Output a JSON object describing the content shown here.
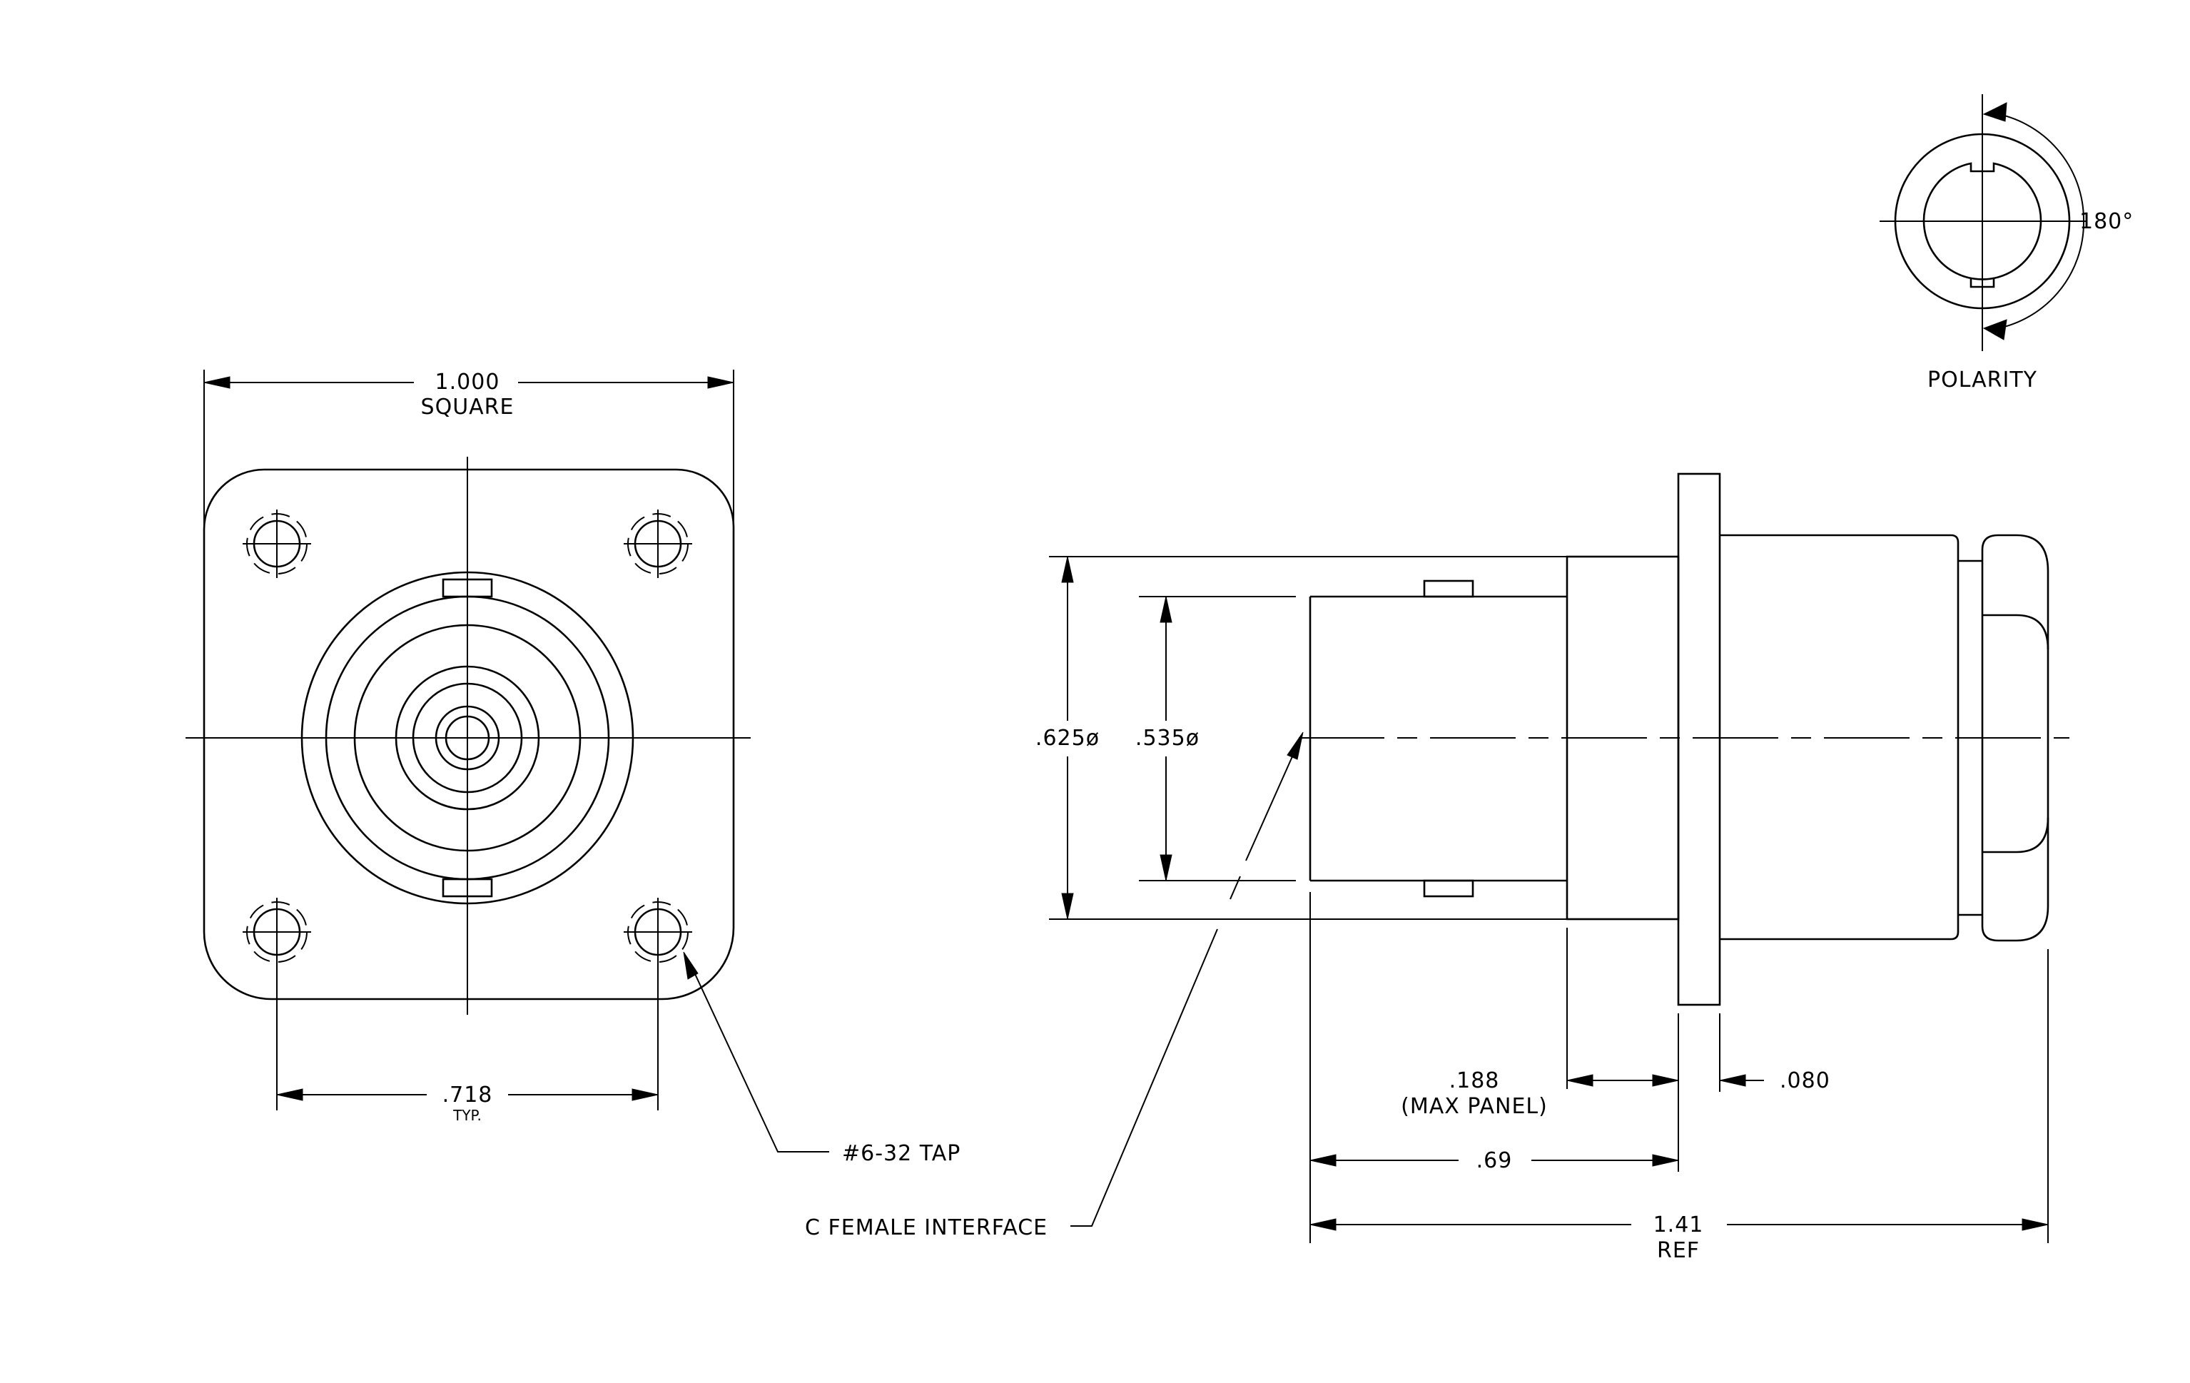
{
  "labels": {
    "square_dim": "1.000",
    "square_word": "SQUARE",
    "hole_spacing": ".718",
    "hole_spacing_note": "TYP.",
    "tap": "#6-32 TAP",
    "interface": "C FEMALE INTERFACE",
    "dia_outer": ".625ø",
    "dia_inner": ".535ø",
    "panel_dim": ".188",
    "panel_note": "(MAX PANEL)",
    "flange_dim": ".080",
    "body_len": ".69",
    "overall_len": "1.41",
    "overall_note": "REF",
    "polarity_angle": "180°",
    "polarity_title": "POLARITY"
  }
}
